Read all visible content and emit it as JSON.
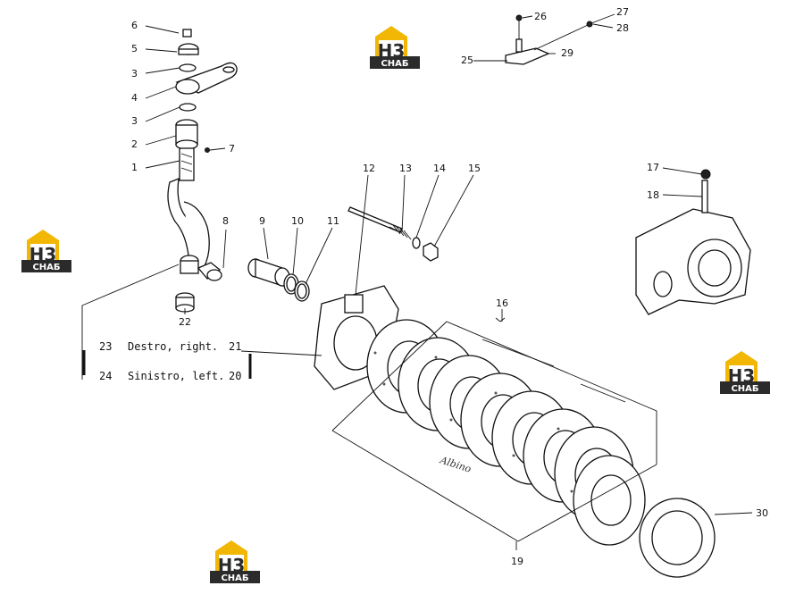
{
  "callouts": {
    "n1": "1",
    "n2": "2",
    "n3a": "3",
    "n3b": "3",
    "n4": "4",
    "n5": "5",
    "n6": "6",
    "n7": "7",
    "n8": "8",
    "n9": "9",
    "n10": "10",
    "n11": "11",
    "n12": "12",
    "n13": "13",
    "n14": "14",
    "n15": "15",
    "n16": "16",
    "n17": "17",
    "n18": "18",
    "n19": "19",
    "n22": "22",
    "n25": "25",
    "n26": "26",
    "n27": "27",
    "n28": "28",
    "n29": "29",
    "n30": "30"
  },
  "sides": {
    "right_num": "23",
    "right_text": "Destro, right.",
    "right_ref": "21",
    "left_num": "24",
    "left_text": "Sinistro, left.",
    "left_ref": "20"
  },
  "watermark": {
    "letters": "H3",
    "word": "СНАБ",
    "colors": {
      "gold": "#f2b705",
      "dark": "#2b2b2b"
    }
  },
  "signature": "Albino"
}
